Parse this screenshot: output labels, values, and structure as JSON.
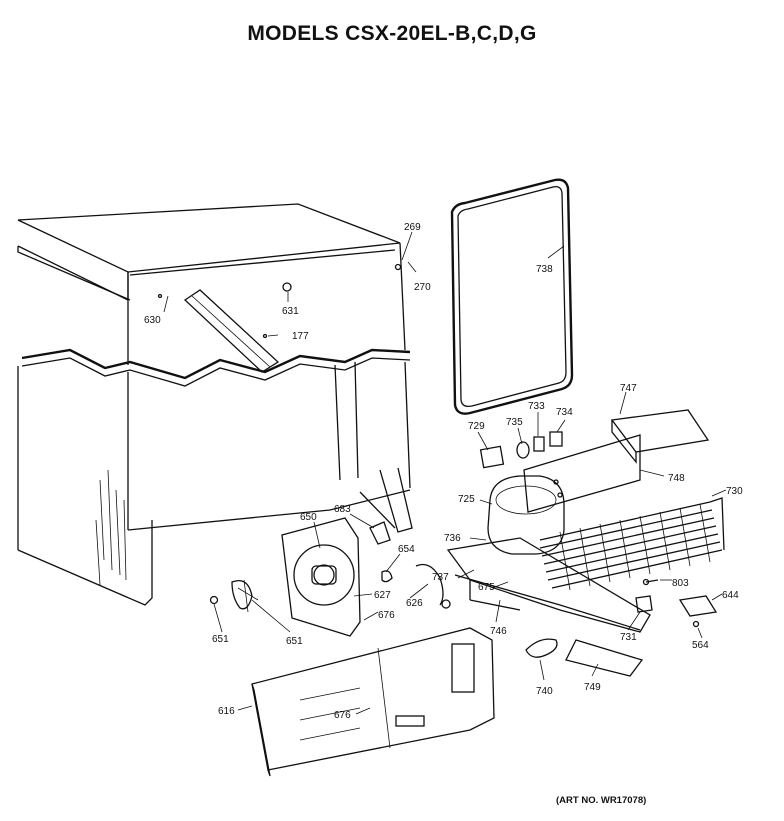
{
  "title": "MODELS CSX-20EL-B,C,D,G",
  "art_number": "(ART NO. WR17078)",
  "parts": [
    {
      "id": "p269",
      "label": "269",
      "name": "part-269-bolt"
    },
    {
      "id": "p270",
      "label": "270",
      "name": "part-270-nut"
    },
    {
      "id": "p630",
      "label": "630",
      "name": "part-630-grille"
    },
    {
      "id": "p631",
      "label": "631",
      "name": "part-631-screw"
    },
    {
      "id": "p177",
      "label": "177",
      "name": "part-177-screw"
    },
    {
      "id": "p738",
      "label": "738",
      "name": "part-738-gasket"
    },
    {
      "id": "p747",
      "label": "747",
      "name": "part-747-tray"
    },
    {
      "id": "p729",
      "label": "729",
      "name": "part-729-relay"
    },
    {
      "id": "p735",
      "label": "735",
      "name": "part-735-grommet"
    },
    {
      "id": "p733",
      "label": "733",
      "name": "part-733-clip"
    },
    {
      "id": "p734",
      "label": "734",
      "name": "part-734-overload"
    },
    {
      "id": "p748",
      "label": "748",
      "name": "part-748-shield"
    },
    {
      "id": "p725",
      "label": "725",
      "name": "part-725-compressor"
    },
    {
      "id": "p730",
      "label": "730",
      "name": "part-730-condenser"
    },
    {
      "id": "p736",
      "label": "736",
      "name": "part-736-mount"
    },
    {
      "id": "p737",
      "label": "737",
      "name": "part-737-bolt"
    },
    {
      "id": "p675",
      "label": "675",
      "name": "part-675-screw"
    },
    {
      "id": "p746",
      "label": "746",
      "name": "part-746-base"
    },
    {
      "id": "p803",
      "label": "803",
      "name": "part-803-screw"
    },
    {
      "id": "p644",
      "label": "644",
      "name": "part-644-bracket"
    },
    {
      "id": "p564",
      "label": "564",
      "name": "part-564-screw"
    },
    {
      "id": "p731",
      "label": "731",
      "name": "part-731-rail"
    },
    {
      "id": "p740",
      "label": "740",
      "name": "part-740-clip"
    },
    {
      "id": "p749",
      "label": "749",
      "name": "part-749-pad"
    },
    {
      "id": "p650",
      "label": "650",
      "name": "part-650-fan-motor"
    },
    {
      "id": "p683",
      "label": "683",
      "name": "part-683-bracket"
    },
    {
      "id": "p654",
      "label": "654",
      "name": "part-654-clamp"
    },
    {
      "id": "p627",
      "label": "627",
      "name": "part-627-shroud"
    },
    {
      "id": "p626",
      "label": "626",
      "name": "part-626-harness"
    },
    {
      "id": "p676a",
      "label": "676",
      "name": "part-676-screw"
    },
    {
      "id": "p651a",
      "label": "651",
      "name": "part-651-nut"
    },
    {
      "id": "p651b",
      "label": "651",
      "name": "part-651-fan-blade"
    },
    {
      "id": "p616",
      "label": "616",
      "name": "part-616-access-cover"
    },
    {
      "id": "p676b",
      "label": "676",
      "name": "part-676-screw-lower"
    }
  ]
}
